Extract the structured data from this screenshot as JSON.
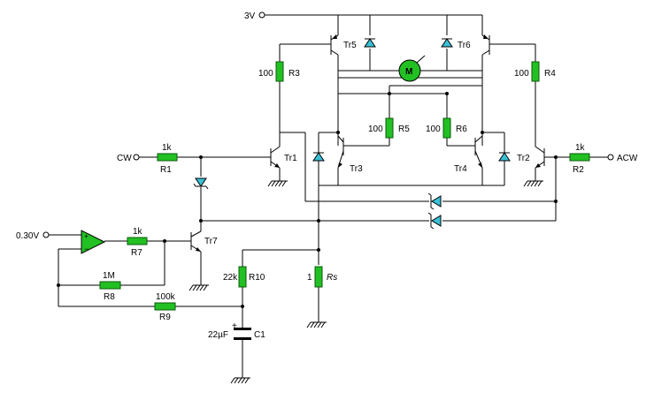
{
  "supply": "3V",
  "input_voltage": "0.30V",
  "inputs": {
    "cw": "CW",
    "acw": "ACW"
  },
  "motor": "M",
  "resistors": [
    {
      "ref": "R1",
      "value": "1k"
    },
    {
      "ref": "R2",
      "value": "1k"
    },
    {
      "ref": "R3",
      "value": "100"
    },
    {
      "ref": "R4",
      "value": "100"
    },
    {
      "ref": "R5",
      "value": "100"
    },
    {
      "ref": "R6",
      "value": "100"
    },
    {
      "ref": "R7",
      "value": "1k"
    },
    {
      "ref": "R8",
      "value": "1M"
    },
    {
      "ref": "R9",
      "value": "100k"
    },
    {
      "ref": "R10",
      "value": "22k"
    },
    {
      "ref": "Rs",
      "value": "1"
    }
  ],
  "capacitor": {
    "ref": "C1",
    "value": "22µF",
    "polarity": "+"
  },
  "transistors": [
    "Tr1",
    "Tr2",
    "Tr3",
    "Tr4",
    "Tr5",
    "Tr6",
    "Tr7"
  ],
  "colors": {
    "component_fill": "#22c022",
    "diode_fill": "#39c1d6",
    "wire": "#000000"
  }
}
